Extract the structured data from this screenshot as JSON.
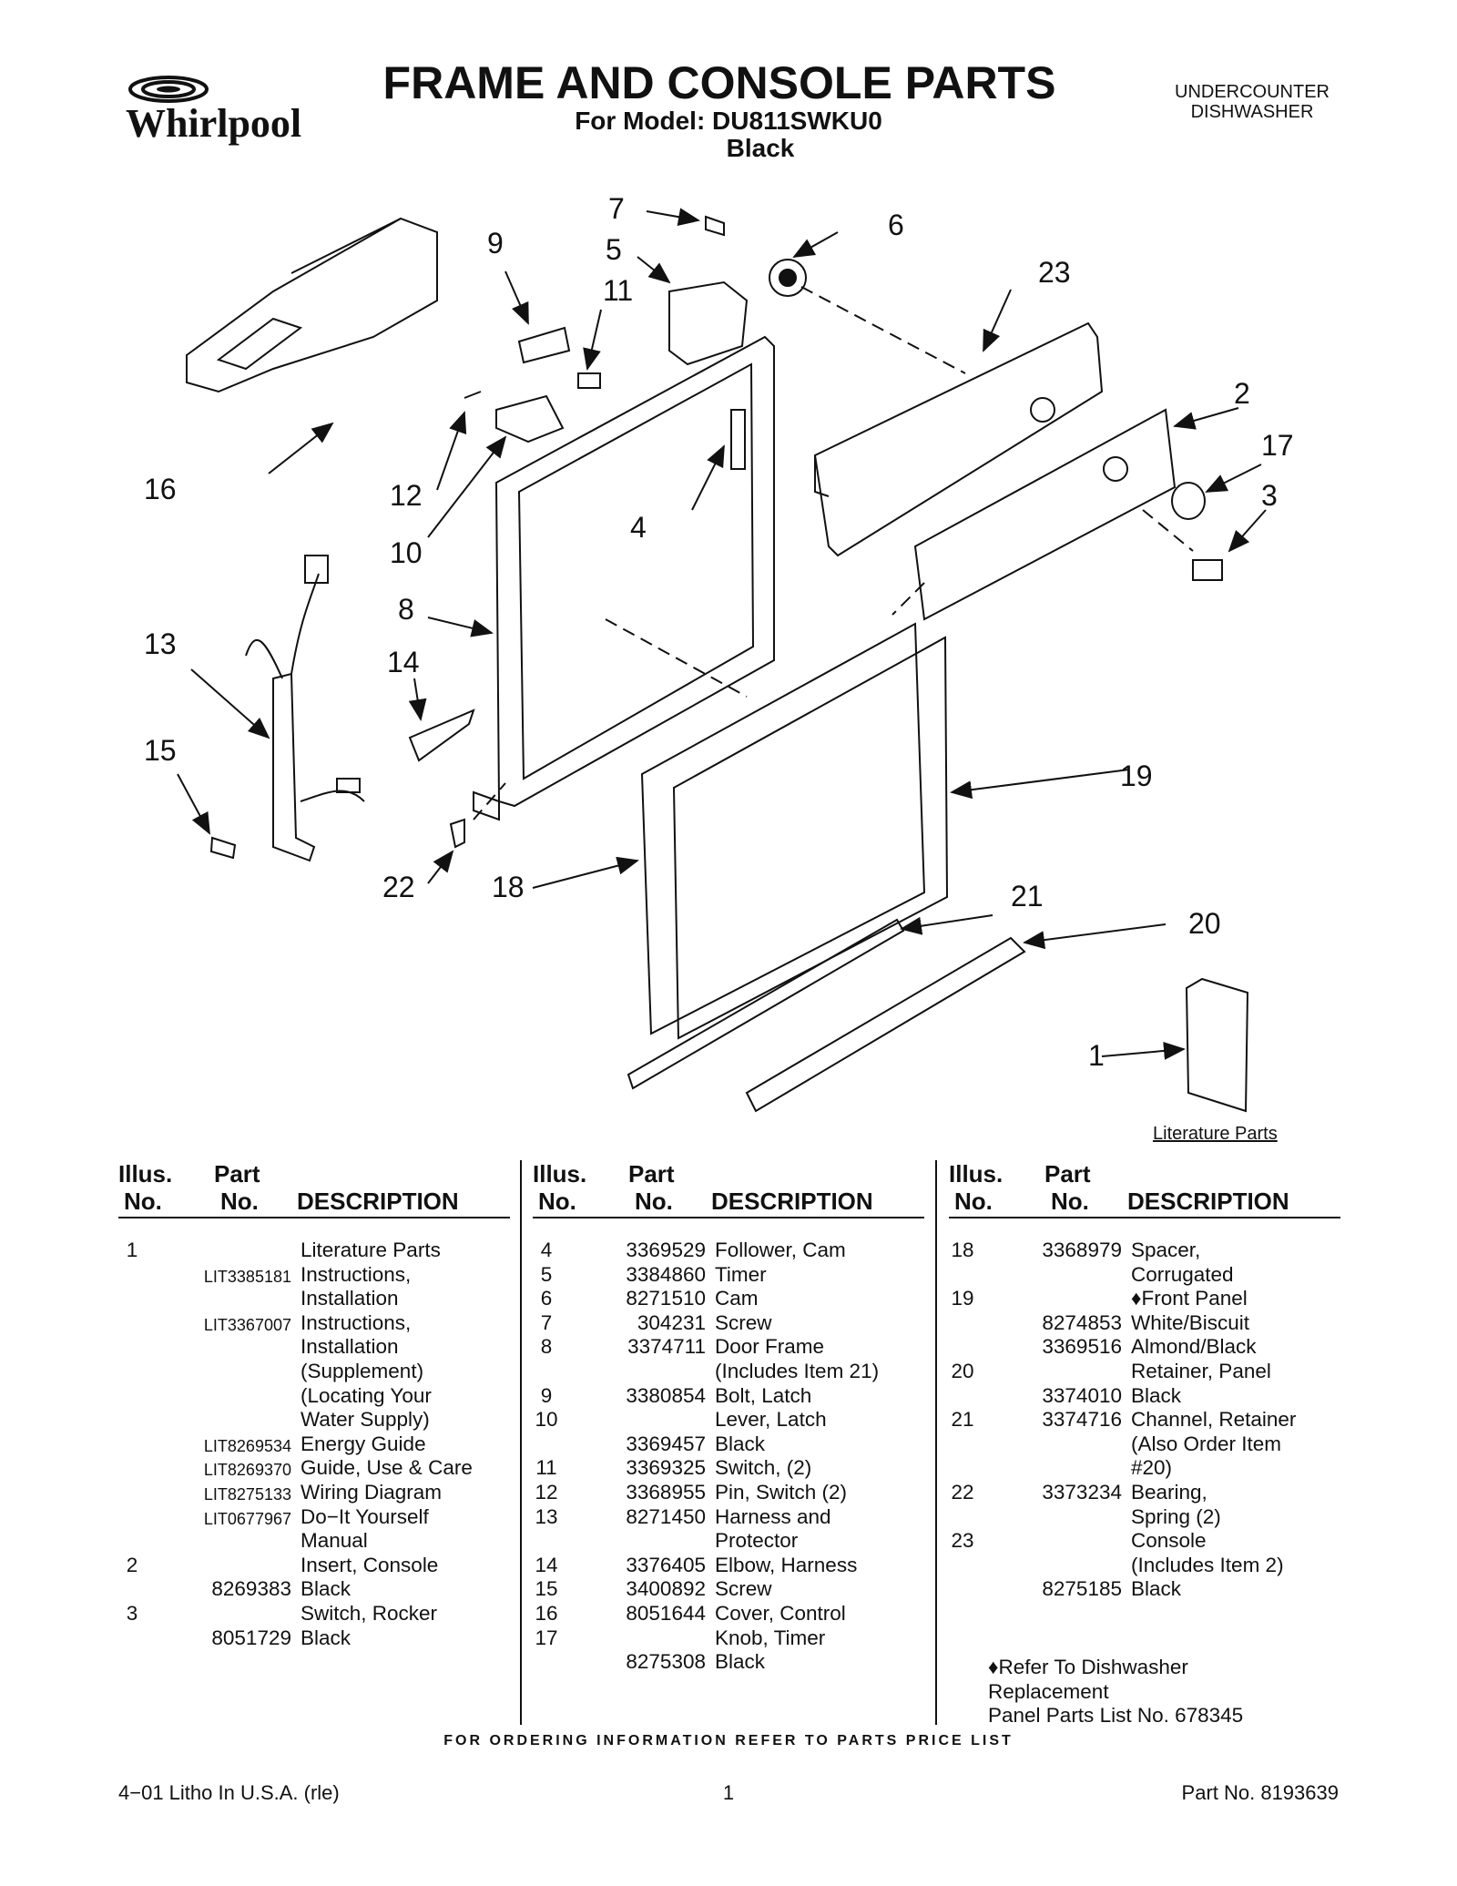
{
  "brand": "Whirlpool",
  "header": {
    "title": "FRAME AND CONSOLE PARTS",
    "model_line": "For Model: DU811SWKU0",
    "color_line": "Black",
    "doc_type_line1": "UNDERCOUNTER",
    "doc_type_line2": "DISHWASHER"
  },
  "diagram": {
    "callouts": [
      "1",
      "2",
      "3",
      "4",
      "5",
      "6",
      "7",
      "8",
      "9",
      "10",
      "11",
      "12",
      "13",
      "14",
      "15",
      "16",
      "17",
      "18",
      "19",
      "20",
      "21",
      "22",
      "23"
    ],
    "literature_label": "Literature Parts"
  },
  "table": {
    "headers": {
      "illus_1": "Illus.",
      "illus_2": "No.",
      "part_1": "Part",
      "part_2": "No.",
      "description": "DESCRIPTION"
    },
    "columns": [
      [
        {
          "illus": "1",
          "part": "",
          "desc": "Literature Parts"
        },
        {
          "illus": "",
          "part": "LIT3385181",
          "desc": "Instructions,"
        },
        {
          "illus": "",
          "part": "",
          "desc": "Installation"
        },
        {
          "illus": "",
          "part": "LIT3367007",
          "desc": "Instructions,"
        },
        {
          "illus": "",
          "part": "",
          "desc": "Installation"
        },
        {
          "illus": "",
          "part": "",
          "desc": "(Supplement)"
        },
        {
          "illus": "",
          "part": "",
          "desc": "(Locating Your"
        },
        {
          "illus": "",
          "part": "",
          "desc": "Water Supply)"
        },
        {
          "illus": "",
          "part": "LIT8269534",
          "desc": "Energy Guide"
        },
        {
          "illus": "",
          "part": "LIT8269370",
          "desc": "Guide, Use & Care"
        },
        {
          "illus": "",
          "part": "LIT8275133",
          "desc": "Wiring Diagram"
        },
        {
          "illus": "",
          "part": "LIT0677967",
          "desc": "Do−It Yourself"
        },
        {
          "illus": "",
          "part": "",
          "desc": "Manual"
        },
        {
          "illus": "2",
          "part": "",
          "desc": "Insert, Console"
        },
        {
          "illus": "",
          "part": "8269383",
          "desc": "Black"
        },
        {
          "illus": "3",
          "part": "",
          "desc": "Switch, Rocker"
        },
        {
          "illus": "",
          "part": "8051729",
          "desc": "Black"
        }
      ],
      [
        {
          "illus": "4",
          "part": "3369529",
          "desc": "Follower, Cam"
        },
        {
          "illus": "5",
          "part": "3384860",
          "desc": "Timer"
        },
        {
          "illus": "6",
          "part": "8271510",
          "desc": "Cam"
        },
        {
          "illus": "7",
          "part": "304231",
          "desc": "Screw"
        },
        {
          "illus": "8",
          "part": "3374711",
          "desc": "Door Frame"
        },
        {
          "illus": "",
          "part": "",
          "desc": "(Includes Item 21)"
        },
        {
          "illus": "9",
          "part": "3380854",
          "desc": "Bolt, Latch"
        },
        {
          "illus": "10",
          "part": "",
          "desc": "Lever, Latch"
        },
        {
          "illus": "",
          "part": "3369457",
          "desc": "Black"
        },
        {
          "illus": "11",
          "part": "3369325",
          "desc": "Switch, (2)"
        },
        {
          "illus": "12",
          "part": "3368955",
          "desc": "Pin, Switch (2)"
        },
        {
          "illus": "13",
          "part": "8271450",
          "desc": "Harness and"
        },
        {
          "illus": "",
          "part": "",
          "desc": "Protector"
        },
        {
          "illus": "14",
          "part": "3376405",
          "desc": "Elbow, Harness"
        },
        {
          "illus": "15",
          "part": "3400892",
          "desc": "Screw"
        },
        {
          "illus": "16",
          "part": "8051644",
          "desc": "Cover, Control"
        },
        {
          "illus": "17",
          "part": "",
          "desc": "Knob, Timer"
        },
        {
          "illus": "",
          "part": "8275308",
          "desc": "Black"
        }
      ],
      [
        {
          "illus": "18",
          "part": "3368979",
          "desc": "Spacer,"
        },
        {
          "illus": "",
          "part": "",
          "desc": "Corrugated"
        },
        {
          "illus": "19",
          "part": "",
          "desc": "♦Front Panel"
        },
        {
          "illus": "",
          "part": "8274853",
          "desc": "White/Biscuit"
        },
        {
          "illus": "",
          "part": "3369516",
          "desc": "Almond/Black"
        },
        {
          "illus": "20",
          "part": "",
          "desc": "Retainer, Panel"
        },
        {
          "illus": "",
          "part": "3374010",
          "desc": "Black"
        },
        {
          "illus": "21",
          "part": "3374716",
          "desc": "Channel, Retainer"
        },
        {
          "illus": "",
          "part": "",
          "desc": "(Also Order Item"
        },
        {
          "illus": "",
          "part": "",
          "desc": "#20)"
        },
        {
          "illus": "22",
          "part": "3373234",
          "desc": "Bearing,"
        },
        {
          "illus": "",
          "part": "",
          "desc": "Spring (2)"
        },
        {
          "illus": "23",
          "part": "",
          "desc": "Console"
        },
        {
          "illus": "",
          "part": "",
          "desc": "(Includes Item 2)"
        },
        {
          "illus": "",
          "part": "8275185",
          "desc": "Black"
        }
      ]
    ],
    "note_lines": [
      "♦Refer To Dishwasher",
      "Replacement",
      "Panel Parts List No. 678345"
    ]
  },
  "order_info": "FOR ORDERING INFORMATION REFER TO PARTS PRICE LIST",
  "footer": {
    "left": "4−01 Litho In U.S.A. (rle)",
    "center": "1",
    "right": "Part No. 8193639"
  }
}
